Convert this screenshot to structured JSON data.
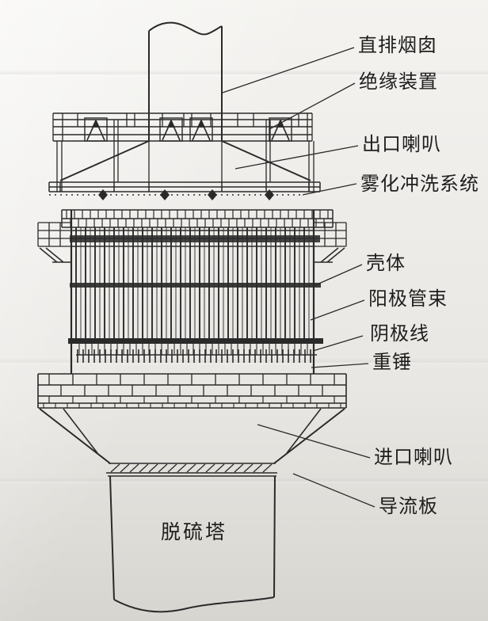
{
  "colors": {
    "ink": "#2a2a2a",
    "paper_light": "#f4f3f0",
    "paper_dark": "#d7d5d0",
    "label_text": "#1e1e1e"
  },
  "annotations": {
    "chimney": "直排烟囱",
    "insulation_device": "绝缘装置",
    "outlet_horn": "出口喇叭",
    "spray_wash_system": "雾化冲洗系统",
    "shell": "壳体",
    "anode_tube_bundle": "阳极管束",
    "cathode_wire": "阴极线",
    "weight": "重锤",
    "inlet_horn": "进口喇叭",
    "guide_plate": "导流板",
    "desulfurization_tower": "脱硫塔"
  }
}
